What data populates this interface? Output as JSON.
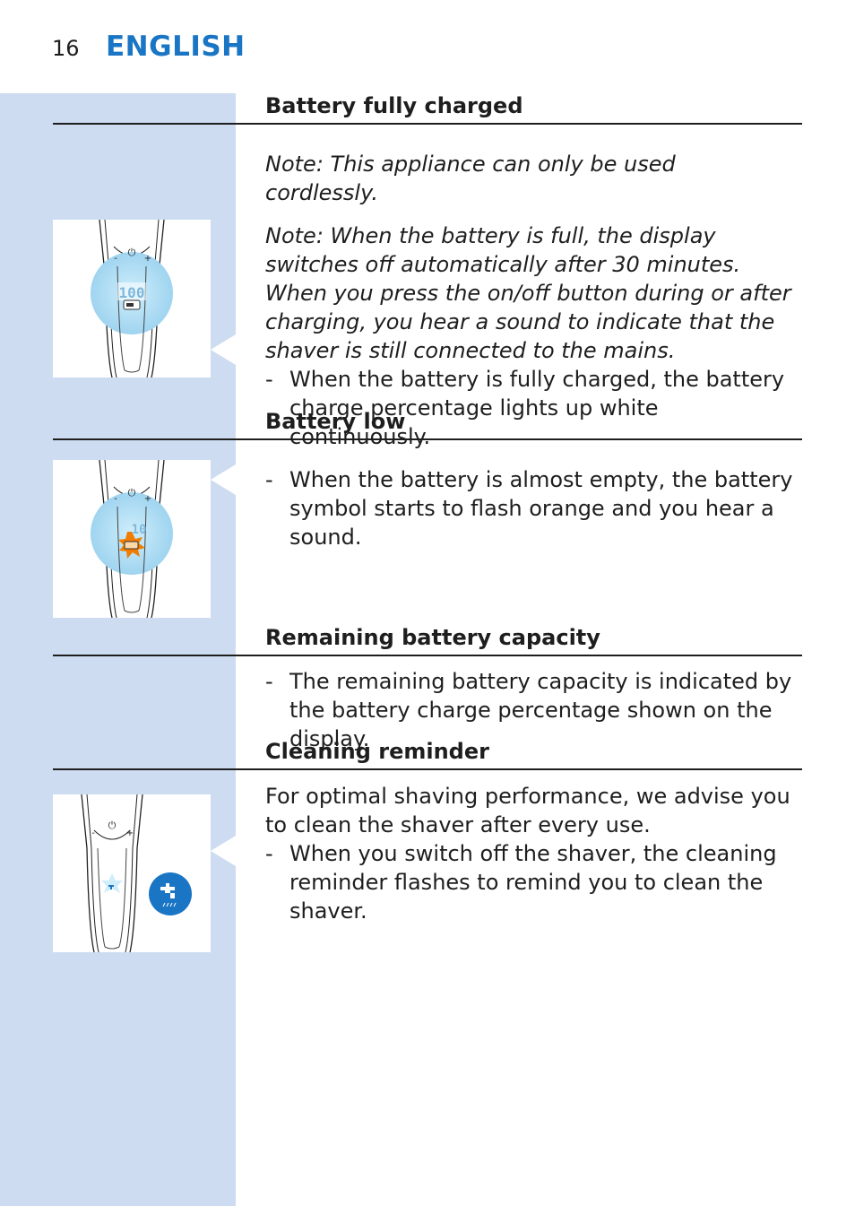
{
  "header": {
    "page_number": "16",
    "language": "ENGLISH"
  },
  "sections": [
    {
      "heading": "Battery fully charged",
      "notes": [
        "Note: This appliance can only be used cordlessly.",
        "Note: When the battery is full, the display switches off automatically after 30 minutes. When you press the on/off button during or after charging, you hear a sound to indicate that the shaver is still connected to the mains."
      ],
      "bullets": [
        "When the battery is fully charged, the battery charge percentage lights up white continuously."
      ],
      "display_value": "100"
    },
    {
      "heading": "Battery low",
      "bullets": [
        "When the battery is almost empty, the battery symbol starts to flash orange and you hear a sound."
      ],
      "display_value": "10"
    },
    {
      "heading": "Remaining battery capacity",
      "bullets": [
        "The remaining battery capacity is indicated by the battery charge percentage shown on the display."
      ]
    },
    {
      "heading": "Cleaning reminder",
      "intro": "For optimal shaving performance, we advise you to clean the shaver after every use.",
      "bullets": [
        "When you switch off the shaver, the cleaning reminder flashes to remind you to clean the shaver."
      ]
    }
  ],
  "symbols": {
    "minus": "-",
    "plus": "+",
    "power": "⏻",
    "bullet_dash": "-"
  },
  "icons": [
    "power-icon",
    "battery-icon",
    "faucet-icon"
  ],
  "colors": {
    "accent": "#1a75c4",
    "sidebar": "#cddcf1",
    "glow": "#9fd4f0",
    "warning": "#f07d00"
  }
}
